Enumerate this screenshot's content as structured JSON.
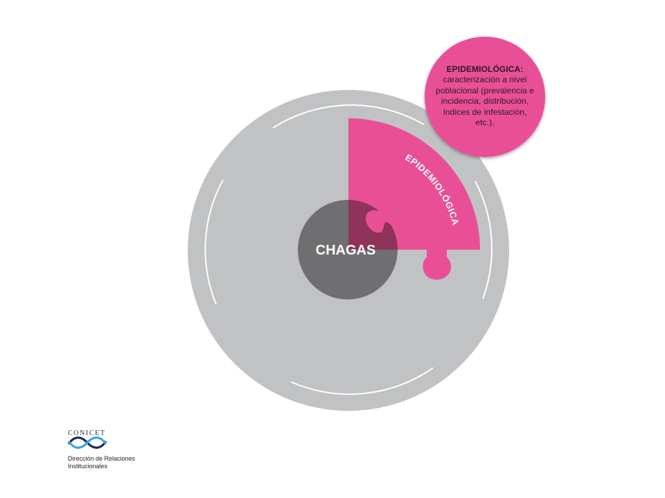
{
  "diagram": {
    "center_label": "CHAGAS",
    "segment_label": "EPIDEMIOLÓGICA",
    "callout": {
      "title": "EPIDEMIOLÓGICA:",
      "body": "caracterización a nivel poblacional (prevalencia e incidencia, distribución, índices de infestación, etc.)."
    }
  },
  "logo": {
    "name": "CONICET",
    "caption_line1": "Dirección de Relaciones",
    "caption_line2": "Institucionales"
  },
  "colors": {
    "outer_disc": "#c1c2c4",
    "segment": "#e94f96",
    "center": "#6f6e70",
    "overlap": "#8f3358",
    "callout": "#e94f96",
    "rim": "#ffffff",
    "logo_dark": "#1c2d4a",
    "logo_light": "#3aa8d8"
  }
}
